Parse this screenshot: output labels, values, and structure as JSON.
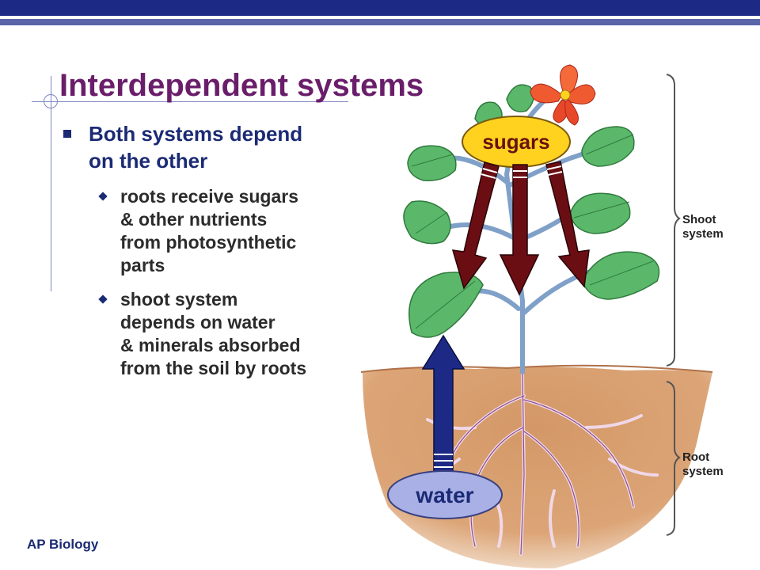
{
  "slide": {
    "title": "Interdependent systems",
    "footer": "AP Biology"
  },
  "bullets": [
    {
      "lines": [
        "Both systems depend",
        "on the other"
      ],
      "children": [
        {
          "lines": [
            "roots receive sugars",
            "& other nutrients",
            "from photosynthetic",
            "parts"
          ]
        },
        {
          "lines": [
            "shoot system",
            "depends on water",
            "& minerals absorbed",
            "from the soil by roots"
          ]
        }
      ]
    }
  ],
  "diagram": {
    "sugars_label": "sugars",
    "water_label": "water",
    "shoot_label": [
      "Shoot",
      "system"
    ],
    "root_label": [
      "Root",
      "system"
    ]
  },
  "colors": {
    "title": "#6a1e6a",
    "bullet_main": "#1b2a74",
    "top_bar": "#1c2a86",
    "sugars_fill": "#ffd21f",
    "water_fill": "#a9b0e6",
    "down_arrow": "#6b0e14",
    "up_arrow": "#1c2a86",
    "leaf": "#5bb86a",
    "soil": "#c98a59"
  }
}
